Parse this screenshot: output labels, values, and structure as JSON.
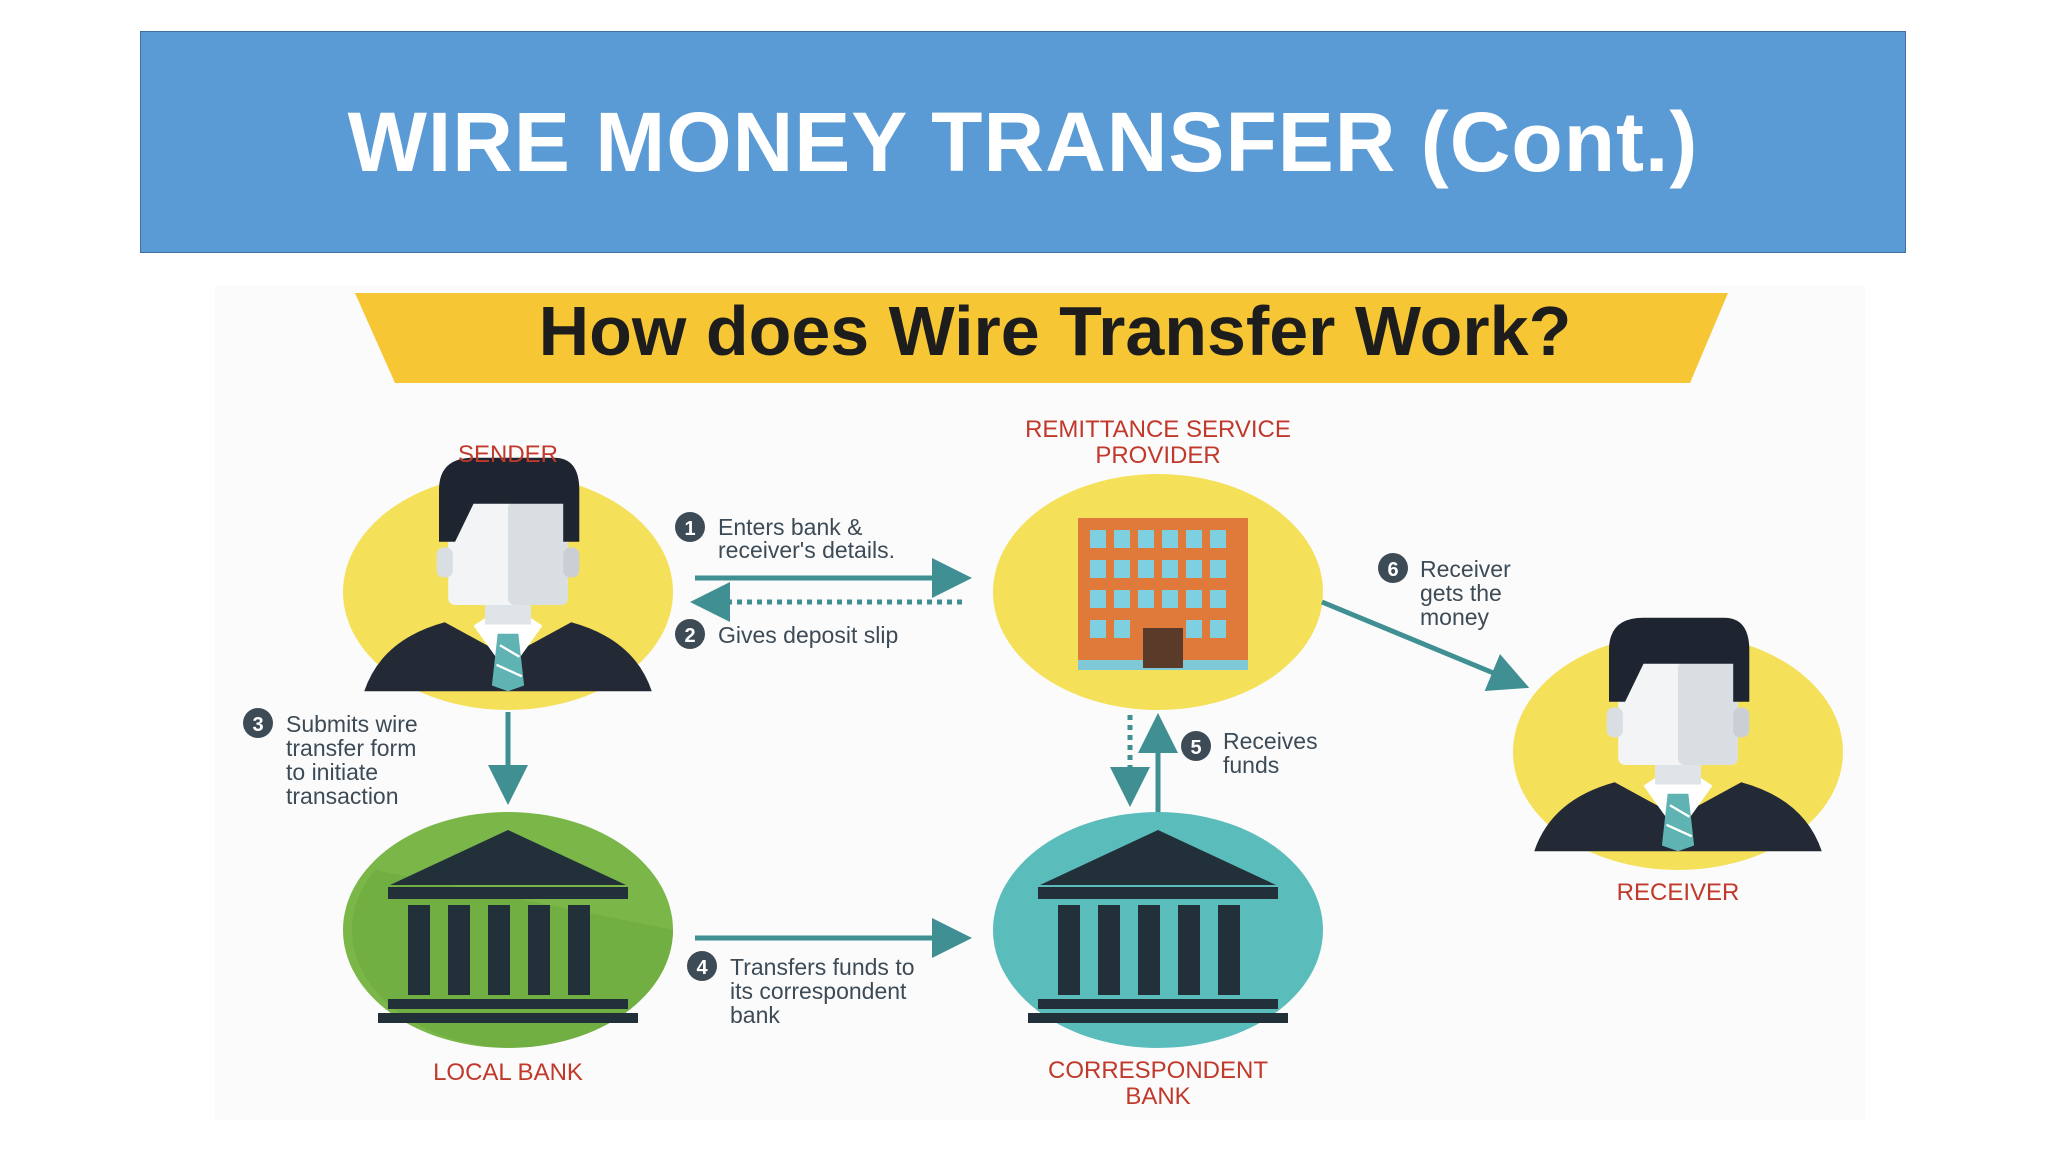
{
  "slide": {
    "title": "WIRE MONEY TRANSFER (Cont.)"
  },
  "diagram": {
    "banner": "How does Wire Transfer Work?",
    "nodes": {
      "sender": "SENDER",
      "rsp_line1": "REMITTANCE SERVICE",
      "rsp_line2": "PROVIDER",
      "receiver": "RECEIVER",
      "local_bank": "LOCAL BANK",
      "corr_line1": "CORRESPONDENT",
      "corr_line2": "BANK"
    },
    "steps": [
      {
        "num": "1",
        "lines": [
          "Enters bank &",
          "receiver's details."
        ]
      },
      {
        "num": "2",
        "lines": [
          "Gives deposit slip"
        ]
      },
      {
        "num": "3",
        "lines": [
          "Submits wire",
          "transfer form",
          "to initiate",
          "transaction"
        ]
      },
      {
        "num": "4",
        "lines": [
          "Transfers funds to",
          "its correspondent",
          "bank"
        ]
      },
      {
        "num": "5",
        "lines": [
          "Receives",
          "funds"
        ]
      },
      {
        "num": "6",
        "lines": [
          "Receiver",
          "gets the",
          "money"
        ]
      }
    ],
    "colors": {
      "banner": "#f6c634",
      "yellow_circle": "#f5e05a",
      "green_circle": "#7ab648",
      "teal_circle": "#5bbdbb",
      "arrow": "#3f8f93",
      "label": "#c0392b",
      "step_text": "#3d4b57"
    }
  }
}
